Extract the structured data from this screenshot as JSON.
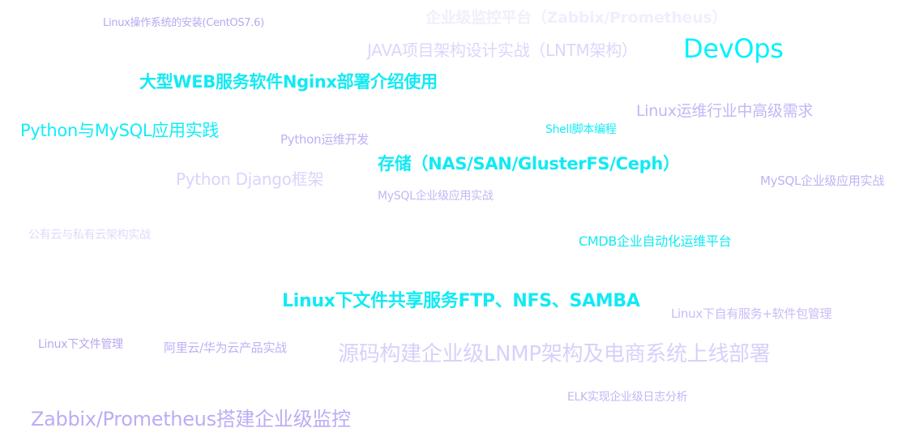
{
  "words": [
    {
      "text": "Linux操作系统的安装(CentOS7.6)",
      "color": "#b8a8f0"
    },
    {
      "text": "企业级监控平台（Zabbix/Prometheus）",
      "color": "#f1eefd"
    },
    {
      "text": "JAVA项目架构设计实战（LNTM架构）",
      "color": "#dcd6fb"
    },
    {
      "text": "DevOps",
      "color": "#00f2ff"
    },
    {
      "text": "大型WEB服务软件Nginx部署介绍使用",
      "color": "#12eaf3"
    },
    {
      "text": "Linux运维行业中高级需求",
      "color": "#c4b6f5"
    },
    {
      "text": "Python与MySQL应用实践",
      "color": "#12eef6"
    },
    {
      "text": "Python运维开发",
      "color": "#bfaff5"
    },
    {
      "text": "Shell脚本编程",
      "color": "#12eef6"
    },
    {
      "text": "存储（NAS/SAN/GlusterFS/Ceph）",
      "color": "#12eaf3"
    },
    {
      "text": "Python Django框架",
      "color": "#dbd4fb"
    },
    {
      "text": "MySQL企业级应用实战",
      "color": "#c0b2f5"
    },
    {
      "text": "MySQL企业级应用实战",
      "color": "#c4b6f5"
    },
    {
      "text": "公有云与私有云架构实战",
      "color": "#e0dafb"
    },
    {
      "text": "CMDB企业自动化运维平台",
      "color": "#12eaf3"
    },
    {
      "text": "Linux下文件共享服务FTP、NFS、SAMBA",
      "color": "#12eaf3"
    },
    {
      "text": "Linux下自有服务+软件包管理",
      "color": "#cabcf7"
    },
    {
      "text": "Linux下文件管理",
      "color": "#b8a6f2"
    },
    {
      "text": "阿里云/华为云产品实战",
      "color": "#bfaff5"
    },
    {
      "text": "源码构建企业级LNMP架构及电商系统上线部署",
      "color": "#d8d0fb"
    },
    {
      "text": "ELK实现企业级日志分析",
      "color": "#c4b6f5"
    },
    {
      "text": "Zabbix/Prometheus搭建企业级监控",
      "color": "#bdacf5"
    }
  ]
}
